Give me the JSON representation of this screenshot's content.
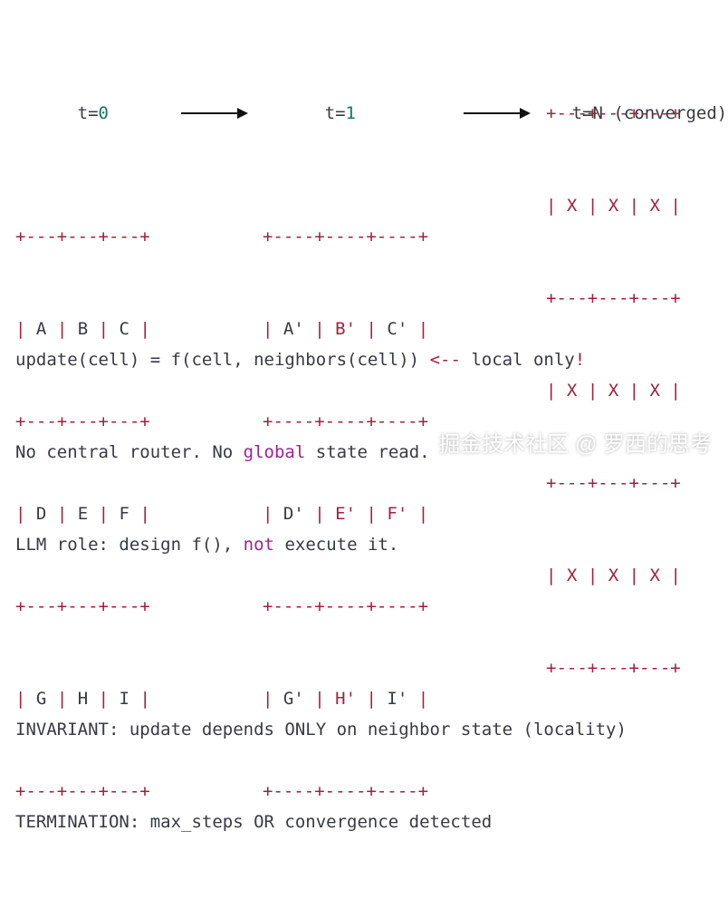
{
  "diagram": {
    "states": [
      {
        "title_prefix": "t=",
        "title_value": "0",
        "title_suffix": "",
        "rows": [
          [
            "A",
            "B",
            "C"
          ],
          [
            "D",
            "E",
            "F"
          ],
          [
            "G",
            "H",
            "I"
          ]
        ],
        "border_row": "+---+---+---+",
        "style": "plain"
      },
      {
        "title_prefix": "t=",
        "title_value": "1",
        "title_suffix": "",
        "rows": [
          [
            "A'",
            "B'",
            "C'"
          ],
          [
            "D'",
            "E'",
            "F'"
          ],
          [
            "G'",
            "H'",
            "I'"
          ]
        ],
        "border_row": "+----+----+----+",
        "style": "mixed"
      },
      {
        "title_prefix": "t=N ",
        "title_value": "",
        "title_suffix": "(converged)",
        "rows": [
          [
            "X",
            "X",
            "X"
          ],
          [
            "X",
            "X",
            "X"
          ],
          [
            "X",
            "X",
            "X"
          ]
        ],
        "border_row": "+---+---+---+",
        "style": "red"
      }
    ],
    "notes": {
      "line1_a": "update(cell) = f(cell, neighbors(cell)) ",
      "line1_b": "<--",
      "line1_c": " local only",
      "line1_d": "!",
      "line2_a": "No central router. No ",
      "line2_b": "global",
      "line2_c": " state read.",
      "line3_a": "LLM role: design f(), ",
      "line3_b": "not",
      "line3_c": " execute it.",
      "line4": "INVARIANT: update depends ONLY on neighbor state (locality)",
      "line5": "TERMINATION: max_steps OR convergence detected"
    },
    "watermark": "掘金技术社区 @ 罗西的思考"
  }
}
